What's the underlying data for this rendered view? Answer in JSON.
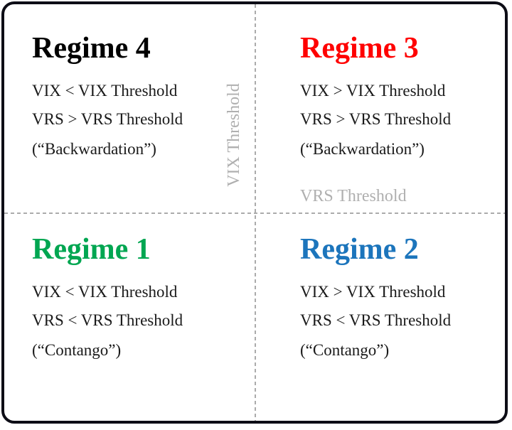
{
  "frame": {
    "border_color": "#0d0d16",
    "background": "#ffffff"
  },
  "axes": {
    "vertical_line_label": "VIX Threshold",
    "horizontal_line_label": "VRS Threshold",
    "dash_color": "#ababab",
    "label_color": "#b0b0b0"
  },
  "quadrants": [
    {
      "position": "top-left",
      "title": "Regime 4",
      "title_color": "#000000",
      "rule1": "VIX < VIX Threshold",
      "rule2": "VRS > VRS Threshold",
      "note": "(“Backwardation”)"
    },
    {
      "position": "top-right",
      "title": "Regime 3",
      "title_color": "#ff0000",
      "rule1": "VIX > VIX Threshold",
      "rule2": "VRS > VRS Threshold",
      "note": "(“Backwardation”)"
    },
    {
      "position": "bottom-left",
      "title": "Regime 1",
      "title_color": "#00a651",
      "rule1": "VIX < VIX Threshold",
      "rule2": "VRS < VRS Threshold",
      "note": "(“Contango”)"
    },
    {
      "position": "bottom-right",
      "title": "Regime 2",
      "title_color": "#1c75bc",
      "rule1": "VIX > VIX Threshold",
      "rule2": "VRS < VRS Threshold",
      "note": "(“Contango”)"
    }
  ]
}
